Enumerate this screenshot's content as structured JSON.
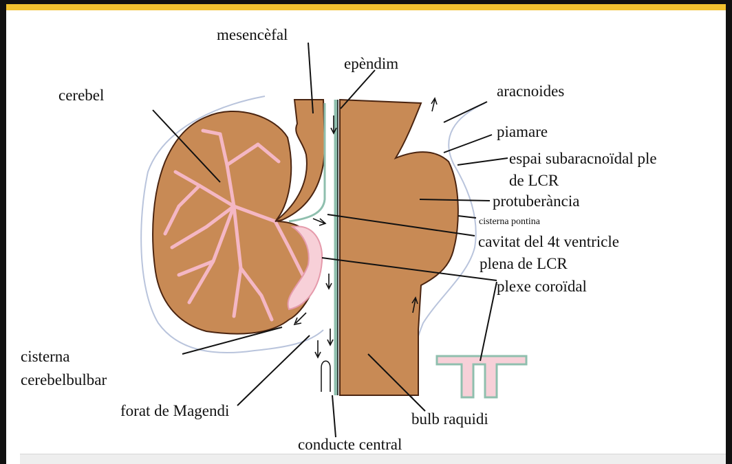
{
  "labels": {
    "mesencefal": "mesencèfal",
    "ependim": "epèndim",
    "cerebel": "cerebel",
    "aracnoides": "aracnoides",
    "piamare": "piamare",
    "espai_line1": "espai subaracnoïdal ple",
    "espai_line2": "de LCR",
    "protuberancia": "protuberància",
    "cisterna_pontina": "cisterna pontina",
    "cavitat": "cavitat del 4t ventricle",
    "plena": "plena de LCR",
    "plexe": "plexe coroïdal",
    "cisterna_line1": "cisterna",
    "cisterna_line2": "cerebelbulbar",
    "forat": "forat de Magendi",
    "conducte": "conducte central",
    "bulb": "bulb raquidi"
  },
  "colors": {
    "tissue": "#c88a55",
    "tissue_outline": "#4a2410",
    "pia_pink": "#f4b7c4",
    "ependyma": "#8fbfae",
    "arachnoid": "#b9c4dc",
    "frame_top": "#f2c230"
  }
}
